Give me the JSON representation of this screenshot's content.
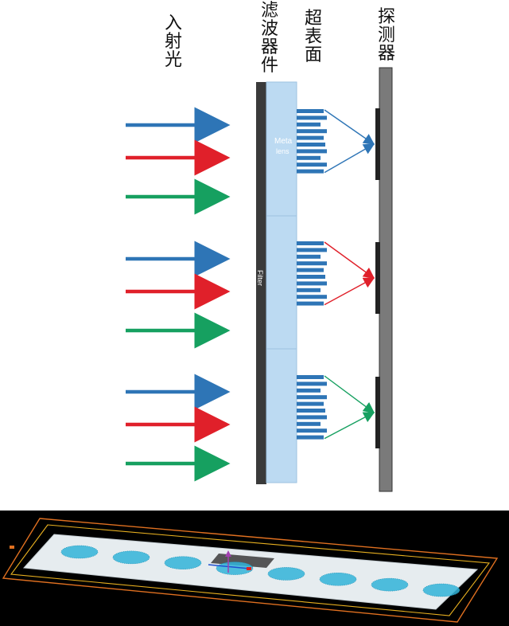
{
  "labels": {
    "incident_light": "入射光",
    "filter_device": "滤波器件",
    "metasurface": "超表面",
    "detector": "探测器",
    "metalens_line1": "Meta",
    "metalens_line2": "lens",
    "filter_text": "Filter"
  },
  "colors": {
    "blue": "#2e75b6",
    "red": "#e0202a",
    "green": "#16a060",
    "filter_bar": "#3a3a3a",
    "lens_panel": "#bcdaf2",
    "detector": "#7a7a7a",
    "detector_pixel": "#222222",
    "sim_dots": "#31b4d8",
    "sim_frame": "#e07020"
  },
  "groups": [
    {
      "name": "group-1",
      "arrows": [
        "blue",
        "red",
        "green"
      ],
      "focus_color": "blue"
    },
    {
      "name": "group-2",
      "arrows": [
        "blue",
        "red",
        "green"
      ],
      "focus_color": "red"
    },
    {
      "name": "group-3",
      "arrows": [
        "blue",
        "red",
        "green"
      ],
      "focus_color": "green"
    }
  ],
  "render": {
    "dot_count": 8
  }
}
